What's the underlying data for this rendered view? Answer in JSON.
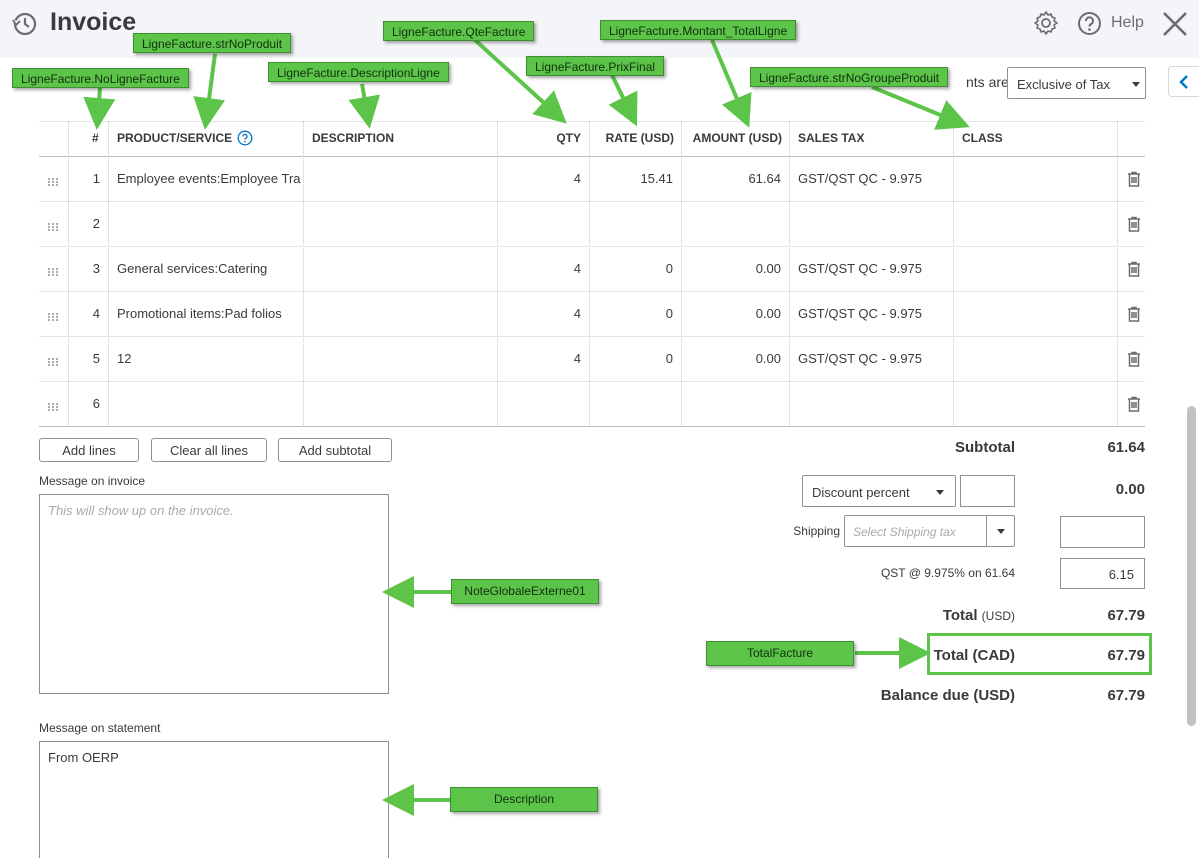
{
  "header": {
    "title": "Invoice",
    "help_label": "Help"
  },
  "amounts": {
    "label": "nts are",
    "select_value": "Exclusive of Tax"
  },
  "table": {
    "columns": {
      "num": "#",
      "product": "PRODUCT/SERVICE",
      "description": "DESCRIPTION",
      "qty": "QTY",
      "rate": "RATE (USD)",
      "amount": "AMOUNT (USD)",
      "tax": "SALES TAX",
      "class": "CLASS"
    },
    "rows": [
      {
        "num": "1",
        "product": "Employee events:Employee Tra",
        "qty": "4",
        "rate": "15.41",
        "amount": "61.64",
        "tax": "GST/QST QC - 9.975"
      },
      {
        "num": "2",
        "product": "",
        "qty": "",
        "rate": "",
        "amount": "",
        "tax": ""
      },
      {
        "num": "3",
        "product": "General services:Catering",
        "qty": "4",
        "rate": "0",
        "amount": "0.00",
        "tax": "GST/QST QC - 9.975"
      },
      {
        "num": "4",
        "product": "Promotional items:Pad folios",
        "qty": "4",
        "rate": "0",
        "amount": "0.00",
        "tax": "GST/QST QC - 9.975"
      },
      {
        "num": "5",
        "product": "12",
        "qty": "4",
        "rate": "0",
        "amount": "0.00",
        "tax": "GST/QST QC - 9.975"
      },
      {
        "num": "6",
        "product": "",
        "qty": "",
        "rate": "",
        "amount": "",
        "tax": ""
      }
    ]
  },
  "buttons": {
    "add_lines": "Add lines",
    "clear_lines": "Clear all lines",
    "add_subtotal": "Add subtotal"
  },
  "message_invoice": {
    "label": "Message on invoice",
    "placeholder": "This will show up on the invoice."
  },
  "message_statement": {
    "label": "Message on statement",
    "value": "From OERP"
  },
  "summary": {
    "subtotal_label": "Subtotal",
    "subtotal_value": "61.64",
    "discount_select": "Discount percent",
    "discount_value": "0.00",
    "shipping_label": "Shipping",
    "shipping_placeholder": "Select Shipping tax",
    "qst_label": "QST @ 9.975% on 61.64",
    "qst_value": "6.15",
    "total_usd_label": "Total",
    "total_usd_unit": "(USD)",
    "total_usd_value": "67.79",
    "total_cad_label": "Total (CAD)",
    "total_cad_value": "67.79",
    "balance_label": "Balance due (USD)",
    "balance_value": "67.79"
  },
  "annotations": {
    "no_ligne": "LigneFacture.NoLigneFacture",
    "str_no_produit": "LigneFacture.strNoProduit",
    "description_ligne": "LigneFacture.DescriptionLigne",
    "qte": "LigneFacture.QteFacture",
    "prix": "LigneFacture.PrixFinal",
    "montant": "LigneFacture.Montant_TotalLigne",
    "groupe": "LigneFacture.strNoGroupeProduit",
    "note_globale": "NoteGlobaleExterne01",
    "total_facture": "TotalFacture",
    "description": "Description"
  },
  "colors": {
    "annotation_green": "#5dc44a",
    "header_bg": "#f4f5f8",
    "link_blue": "#0077c5"
  }
}
